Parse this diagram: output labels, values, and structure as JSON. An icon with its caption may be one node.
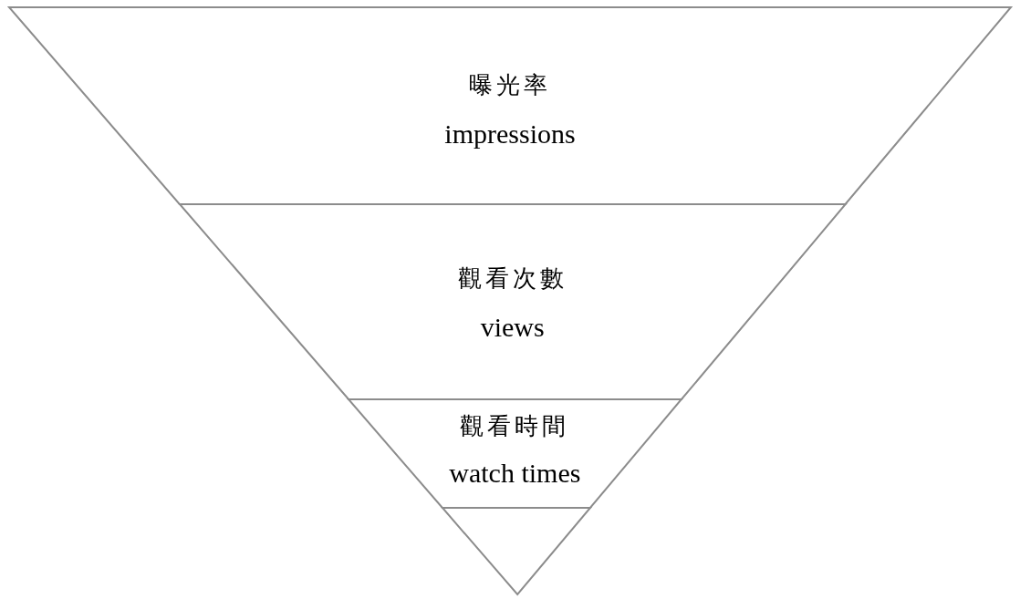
{
  "diagram": {
    "nodes": [
      {
        "text": [
          "曝光率",
          "impressions"
        ]
      },
      {
        "text": [
          "觀看次數",
          "views"
        ]
      },
      {
        "text": [
          "觀看時間",
          "watch times"
        ]
      },
      {
        "text": [],
        "shape": "triangle"
      }
    ]
  }
}
